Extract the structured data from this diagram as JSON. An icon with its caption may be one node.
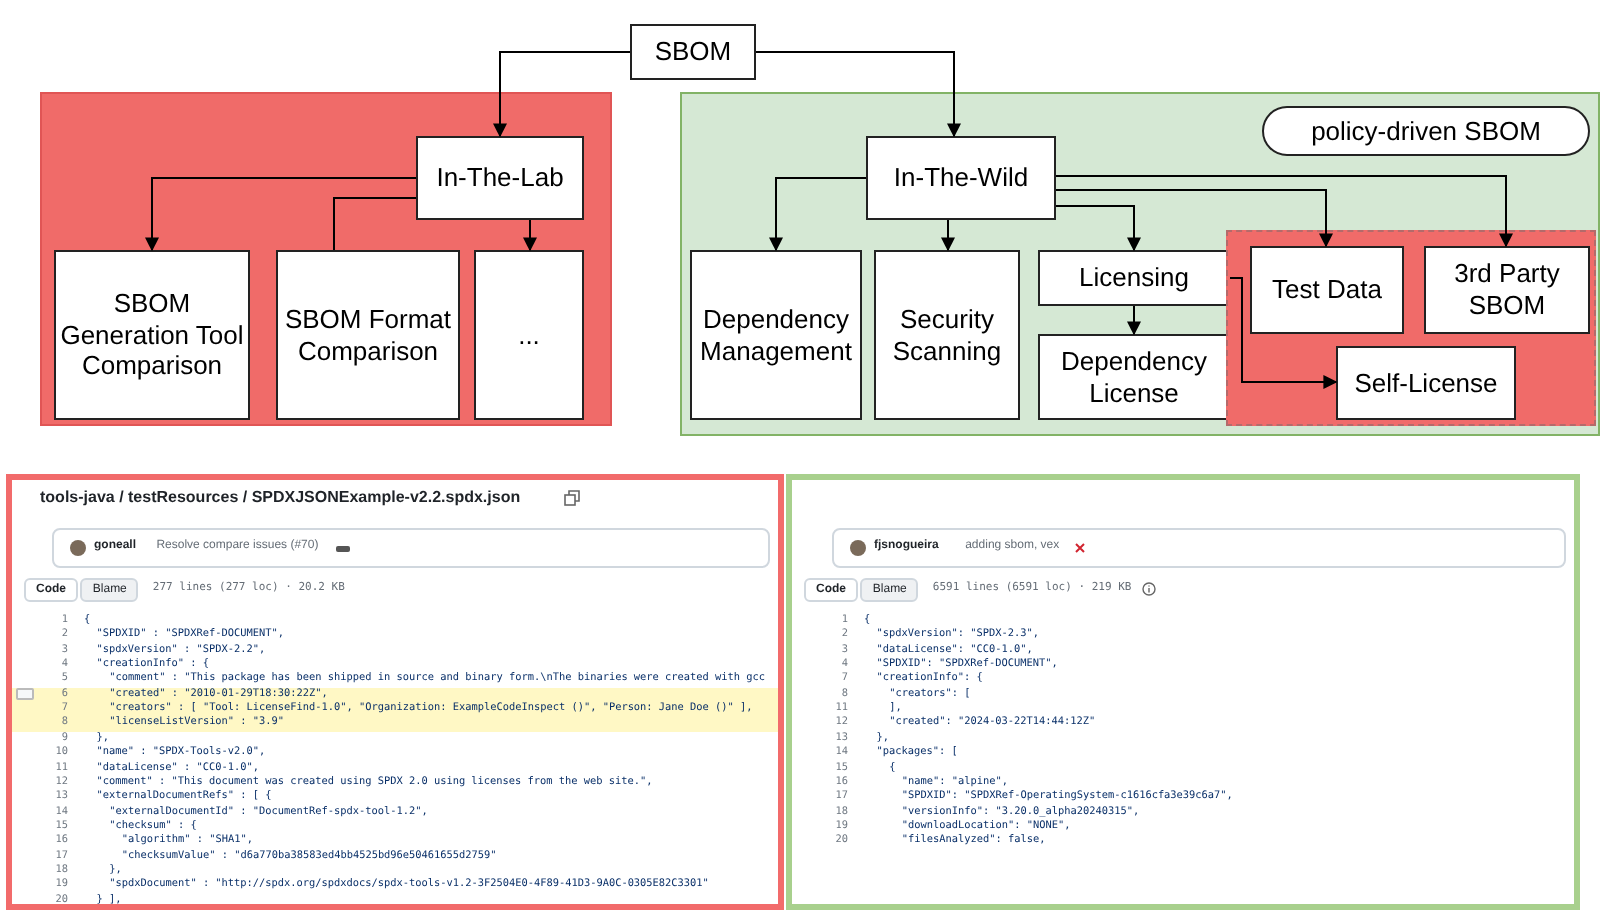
{
  "diagram": {
    "nodes": [
      {
        "text": [
          "SBOM"
        ]
      },
      {
        "text": [],
        "shape": "box"
      },
      {
        "text": [
          "In-The-Lab"
        ],
        "in": 1
      },
      {
        "text": [
          "SBOM Generation Tool Comparison"
        ],
        "in": 1
      },
      {
        "text": [
          "SBOM Format Comparison"
        ],
        "in": 1
      },
      {
        "text": [
          "..."
        ],
        "in": 1
      },
      {
        "text": [],
        "shape": "box"
      },
      {
        "text": [
          "policy-driven SBOM"
        ],
        "in": 6
      },
      {
        "text": [
          "In-The-Wild"
        ],
        "in": 6
      },
      {
        "text": [
          "Dependency Management"
        ],
        "in": 6
      },
      {
        "text": [
          "Security Scanning"
        ],
        "in": 6
      },
      {
        "text": [
          "Licensing"
        ],
        "in": 6
      },
      {
        "text": [
          "Dependency License"
        ],
        "in": 6
      },
      {
        "text": [],
        "shape": "box",
        "in": 6
      },
      {
        "text": [
          "Test Data"
        ],
        "in": 13
      },
      {
        "text": [
          "3rd Party SBOM"
        ],
        "in": 13
      },
      {
        "text": [
          "Self-License"
        ],
        "in": 13
      },
      {
        "text": [
          "tools-java / testResources / SPDXJSONExample-v2.2.spdx.json",
          "goneall",
          "Resolve compare issues (#70)",
          "Code",
          "Blame",
          "277 lines (277 loc) · 20.2 KB",
          "1",
          "{",
          "2",
          "\"SPDXID\" : \"SPDXRef-DOCUMENT\",",
          "3",
          "\"spdxVersion\" : \"SPDX-2.2\",",
          "4",
          "\"creationInfo\" : {",
          "5",
          "\"comment\" : \"This package has been shipped in source and binary form.\\nThe binaries were created with gcc",
          "6",
          "\"created\" : \"2010-01-29T18:30:22Z\",",
          "7",
          "\"creators\" : [ \"Tool: LicenseFind-1.0\", \"Organization: ExampleCodeInspect ()\", \"Person: Jane Doe ()\" ],",
          "8",
          "\"licenseListVersion\" : \"3.9\"",
          "9",
          "},",
          "10",
          "\"name\" : \"SPDX-Tools-v2.0\",",
          "11",
          "\"dataLicense\" : \"CC0-1.0\",",
          "12",
          "\"comment\" : \"This document was created using SPDX 2.0 using licenses from the web site.\",",
          "13",
          "\"externalDocumentRefs\" : [ {",
          "14",
          "\"externalDocumentId\" : \"DocumentRef-spdx-tool-1.2\",",
          "15",
          "\"checksum\" : {",
          "16",
          "\"algorithm\" : \"SHA1\",",
          "17",
          "\"checksumValue\" : \"d6a770ba38583ed4bb4525bd96e50461655d2759\"",
          "18",
          "},",
          "19",
          "\"spdxDocument\" : \"http://spdx.org/spdxdocs/spdx-tools-v1.2-3F2504E0-4F89-41D3-9A0C-0305E82C3301\"",
          "20",
          "} ],"
        ]
      },
      {
        "text": [
          "fjsnogueira",
          "adding sbom, vex",
          "Code",
          "Blame",
          "6591 lines (6591 loc) · 219 KB",
          "1",
          "{",
          "2",
          "\"spdxVersion\": \"SPDX-2.3\",",
          "3",
          "\"dataLicense\": \"CC0-1.0\",",
          "4",
          "\"SPDXID\": \"SPDXRef-DOCUMENT\",",
          "7",
          "\"creationInfo\": {",
          "8",
          "\"creators\": [",
          "11",
          "],",
          "12",
          "\"created\": \"2024-03-22T14:44:12Z\"",
          "13",
          "},",
          "14",
          "\"packages\": [",
          "15",
          "{",
          "16",
          "\"name\": \"alpine\",",
          "17",
          "\"SPDXID\": \"SPDXRef-OperatingSystem-c1616cfa3e39c6a7\",",
          "18",
          "\"versionInfo\": \"3.20.0_alpha20240315\",",
          "19",
          "\"downloadLocation\": \"NONE\",",
          "20",
          "\"filesAnalyzed\": false,"
        ]
      }
    ],
    "edges": [
      {
        "from": 0,
        "to": 2,
        "arrow": "to"
      },
      {
        "from": 0,
        "to": 8,
        "arrow": "to"
      },
      {
        "from": 2,
        "to": 3,
        "arrow": "to"
      },
      {
        "from": 2,
        "to": 4,
        "arrow": "none"
      },
      {
        "from": 2,
        "to": 5,
        "arrow": "to"
      },
      {
        "from": 8,
        "to": 9,
        "arrow": "to"
      },
      {
        "from": 8,
        "to": 10,
        "arrow": "to"
      },
      {
        "from": 8,
        "to": 11,
        "arrow": "to"
      },
      {
        "from": 8,
        "to": 14,
        "arrow": "to"
      },
      {
        "from": 8,
        "to": 15,
        "arrow": "to"
      },
      {
        "from": 11,
        "to": 12,
        "arrow": "to"
      },
      {
        "from": 11,
        "to": 16,
        "arrow": "to"
      }
    ]
  }
}
